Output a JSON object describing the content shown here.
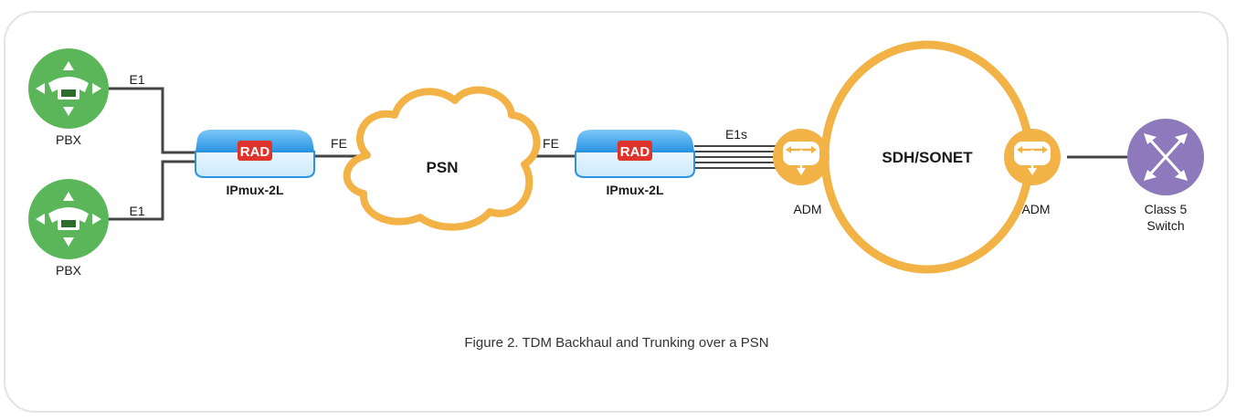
{
  "labels": {
    "pbx_top": "PBX",
    "pbx_bottom": "PBX",
    "e1_top": "E1",
    "e1_bottom": "E1",
    "ipmux_left": "IPmux-2L",
    "ipmux_right": "IPmux-2L",
    "rad_left": "RAD",
    "rad_right": "RAD",
    "fe_left": "FE",
    "fe_right": "FE",
    "psn": "PSN",
    "e1s": "E1s",
    "adm_left": "ADM",
    "adm_right": "ADM",
    "ring": "SDH/SONET",
    "class5_line1": "Class 5",
    "class5_line2": "Switch"
  },
  "caption": "Figure 2.  TDM Backhaul and Trunking over a PSN",
  "colors": {
    "pbx_green": "#5bb65a",
    "accent_orange": "#f2b245",
    "ipmux_blue": "#1f8fe0",
    "rad_red": "#e0332b",
    "switch_purple": "#8e79bd",
    "line": "#444444"
  }
}
